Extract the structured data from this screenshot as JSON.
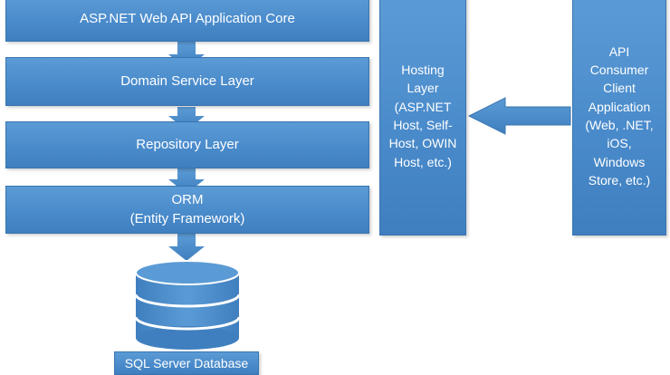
{
  "layers": {
    "core": "ASP.NET Web API Application Core",
    "domain": "Domain Service Layer",
    "repository": "Repository Layer",
    "orm": "ORM\n(Entity Framework)",
    "database": "SQL Server Database"
  },
  "hosting": {
    "label": "Hosting\nLayer\n(ASP.NET\nHost, Self-\nHost, OWIN\nHost, etc.)"
  },
  "consumer": {
    "label": "API\nConsumer\nClient\nApplication\n(Web, .NET,\niOS,\nWindows\nStore, etc.)"
  },
  "colors": {
    "box_fill": "#4f91cf",
    "box_border": "#3a75b0",
    "text": "#ffffff"
  }
}
